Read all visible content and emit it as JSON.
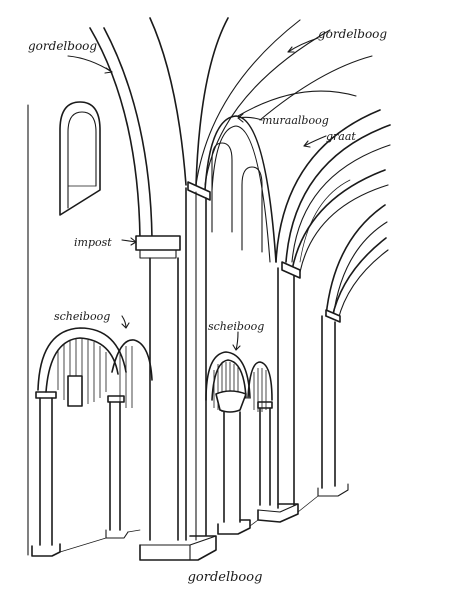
{
  "labels": {
    "gordelboog_left": "gordelboog",
    "gordelboog_right": "gordelboog",
    "muraalboog": "muraalboog",
    "graat": "graat",
    "impost": "impost",
    "scheiboog_left": "scheiboog",
    "scheiboog_right": "scheiboog"
  },
  "caption": "gordelboog"
}
